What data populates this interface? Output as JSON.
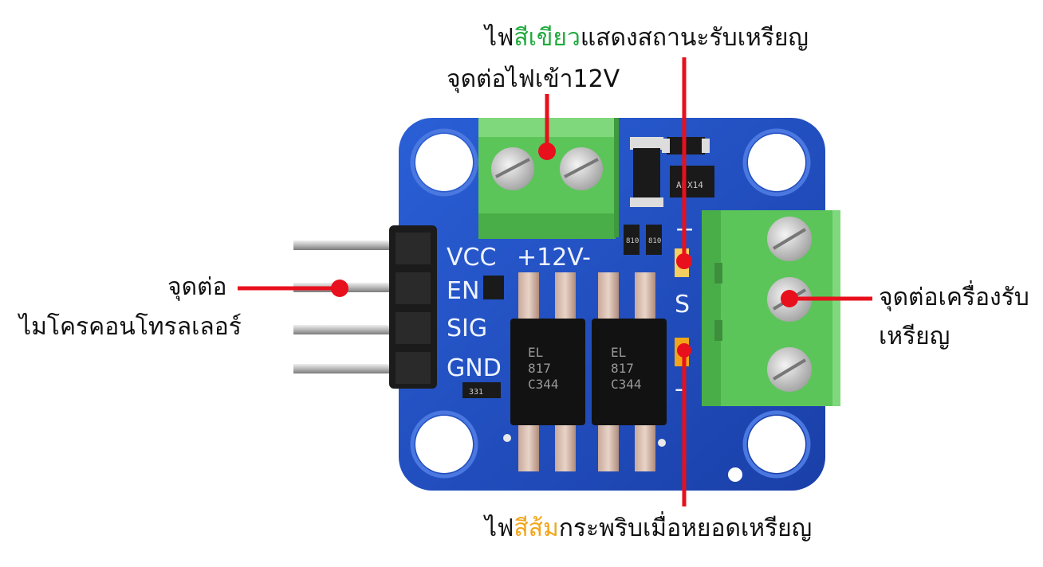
{
  "labels": {
    "green_led": {
      "before": "ไฟ",
      "highlight": "สีเขียว",
      "after": "แสดงสถานะรับเหรียญ",
      "highlight_color": "#1faa3c"
    },
    "power_in": "จุดต่อไฟเข้า12V",
    "controller_line1": "จุดต่อ",
    "controller_line2": "ไมโครคอนโทรลเลอร์",
    "acceptor_line1": "จุดต่อเครื่องรับ",
    "acceptor_line2": "เหรียญ",
    "orange_led": {
      "before": "ไฟ",
      "highlight": "สีส้ม",
      "after": "กระพริบเมื่อหยอดเหรียญ",
      "highlight_color": "#f2a51a"
    }
  },
  "board": {
    "pins": [
      "VCC",
      "EN",
      "SIG",
      "GND"
    ],
    "power_silk": "+12V-",
    "terminal_silk": [
      "+",
      "S",
      "-"
    ],
    "chip1": [
      "EL",
      "817",
      "C344"
    ],
    "chip2": [
      "EL",
      "817",
      "C344"
    ],
    "resistor_marks": [
      "810",
      "810",
      "331"
    ],
    "diode_mark": "X14",
    "led_mark": "AD"
  },
  "colors": {
    "pcb": "#1f4fc4",
    "terminal": "#5cc55a",
    "pointer": "#e8101c"
  }
}
